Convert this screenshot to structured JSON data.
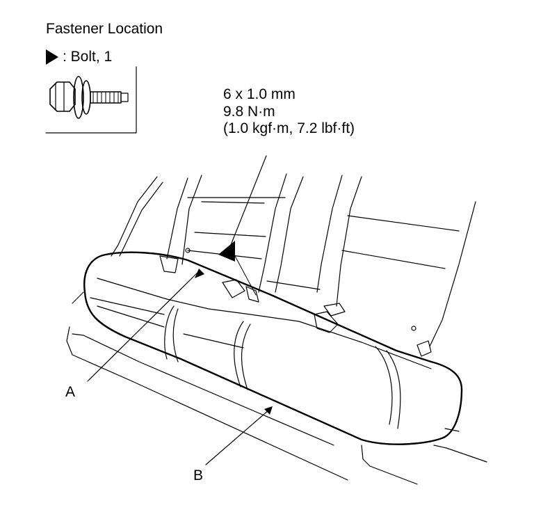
{
  "fastener": {
    "title": "Fastener Location",
    "legend_text": ": Bolt, 1",
    "legend_icon": "solid-triangle-arrow"
  },
  "spec": {
    "size": "6 x 1.0 mm",
    "torque_nm": "9.8 N·m",
    "torque_alt": "(1.0 kgf·m, 7.2 lbf·ft)"
  },
  "callouts": {
    "a": "A",
    "b": "B"
  },
  "colors": {
    "line": "#000000",
    "background": "#ffffff"
  }
}
